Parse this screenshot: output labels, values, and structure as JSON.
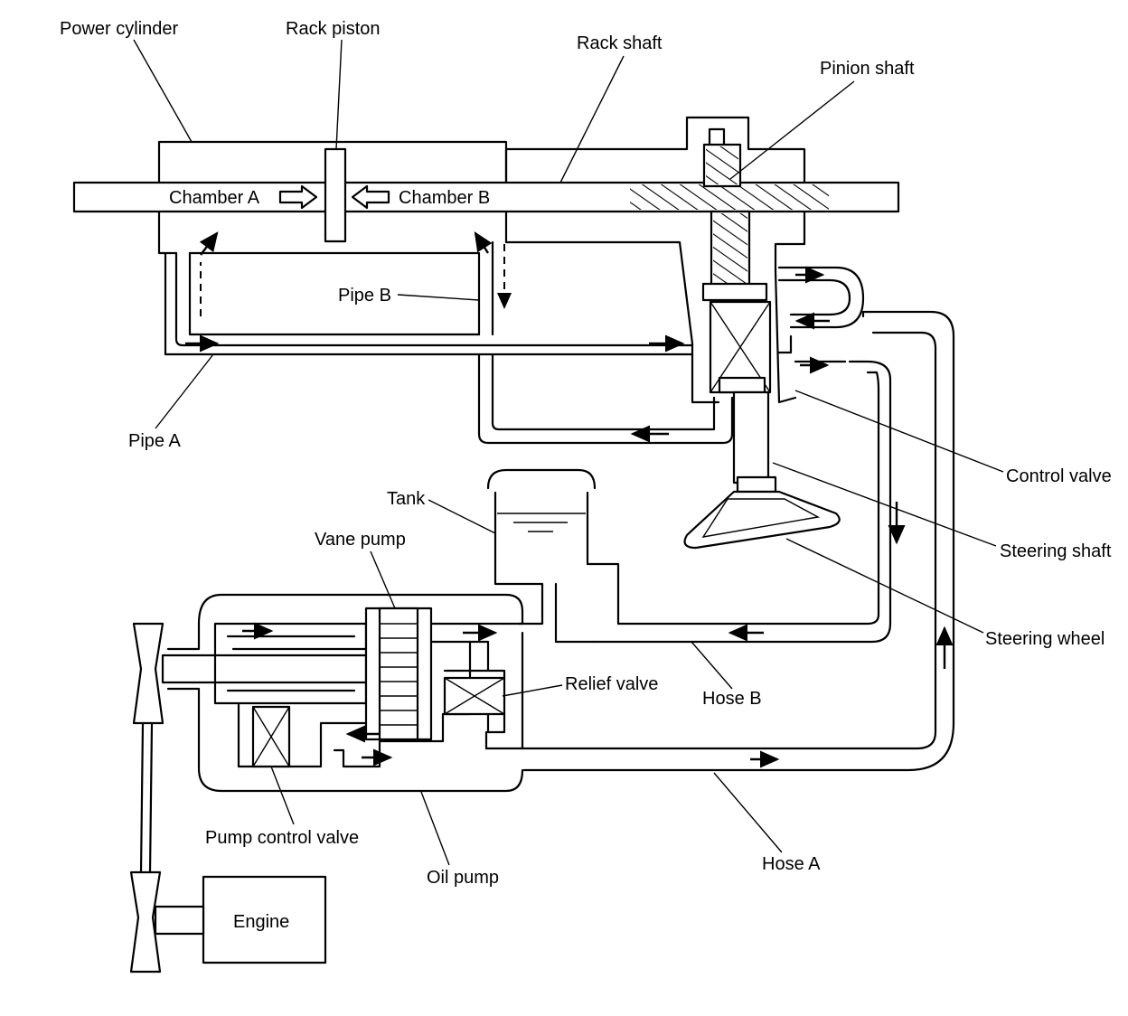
{
  "labels": {
    "power_cylinder": "Power cylinder",
    "rack_piston": "Rack piston",
    "rack_shaft": "Rack shaft",
    "pinion_shaft": "Pinion shaft",
    "chamber_a": "Chamber A",
    "chamber_b": "Chamber B",
    "pipe_b": "Pipe B",
    "pipe_a": "Pipe A",
    "control_valve": "Control valve",
    "steering_shaft": "Steering shaft",
    "tank": "Tank",
    "vane_pump": "Vane pump",
    "steering_wheel": "Steering wheel",
    "relief_valve": "Relief valve",
    "hose_b": "Hose B",
    "pump_control_valve": "Pump control valve",
    "oil_pump": "Oil pump",
    "hose_a": "Hose A",
    "engine": "Engine"
  }
}
